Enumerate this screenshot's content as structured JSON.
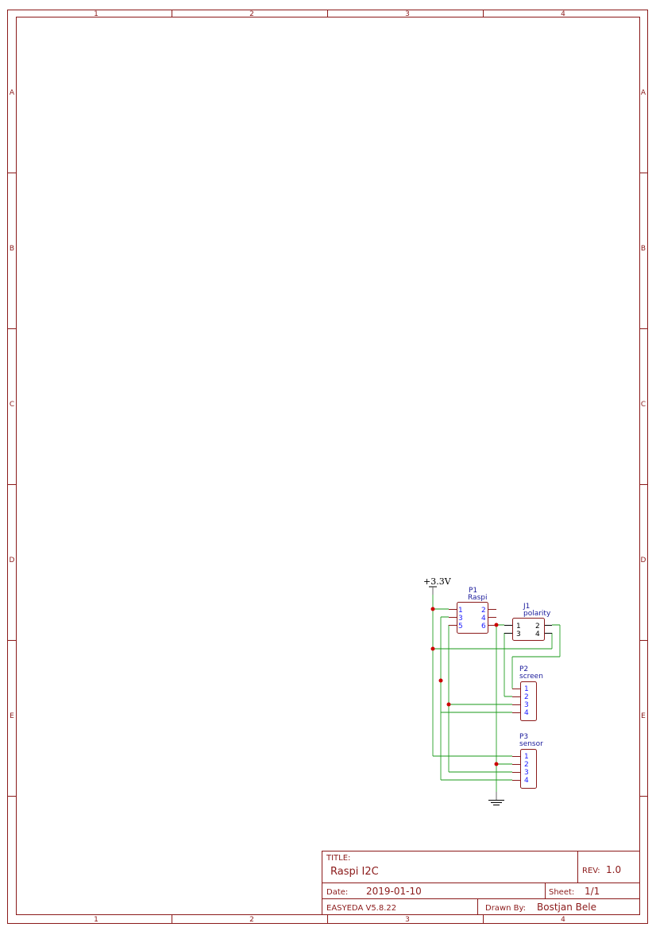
{
  "frame": {
    "columns": [
      "1",
      "2",
      "3",
      "4"
    ],
    "rows": [
      "A",
      "B",
      "C",
      "D",
      "E"
    ]
  },
  "title_block": {
    "title_label": "TITLE:",
    "title": "Raspi I2C",
    "rev_label": "REV:",
    "rev": "1.0",
    "date_label": "Date:",
    "date": "2019-01-10",
    "sheet_label": "Sheet:",
    "sheet": "1/1",
    "software": "EASYEDA V5.8.22",
    "drawn_by_label": "Drawn By:",
    "drawn_by": "Bostjan Bele"
  },
  "power": {
    "net": "+3.3V"
  },
  "components": {
    "P1": {
      "designator": "P1",
      "name": "Raspi",
      "pins": [
        "1",
        "3",
        "5",
        "2",
        "4",
        "6"
      ]
    },
    "J1": {
      "designator": "J1",
      "name": "polarity",
      "pins": [
        "1",
        "3",
        "2",
        "4"
      ]
    },
    "P2": {
      "designator": "P2",
      "name": "screen",
      "pins": [
        "1",
        "2",
        "3",
        "4"
      ]
    },
    "P3": {
      "designator": "P3",
      "name": "sensor",
      "pins": [
        "1",
        "2",
        "3",
        "4"
      ]
    }
  },
  "colors": {
    "frame": "#8b1a1a",
    "wire": "#1a9a1a",
    "junction": "#cc0000",
    "pin_text": "#1a1aff"
  }
}
